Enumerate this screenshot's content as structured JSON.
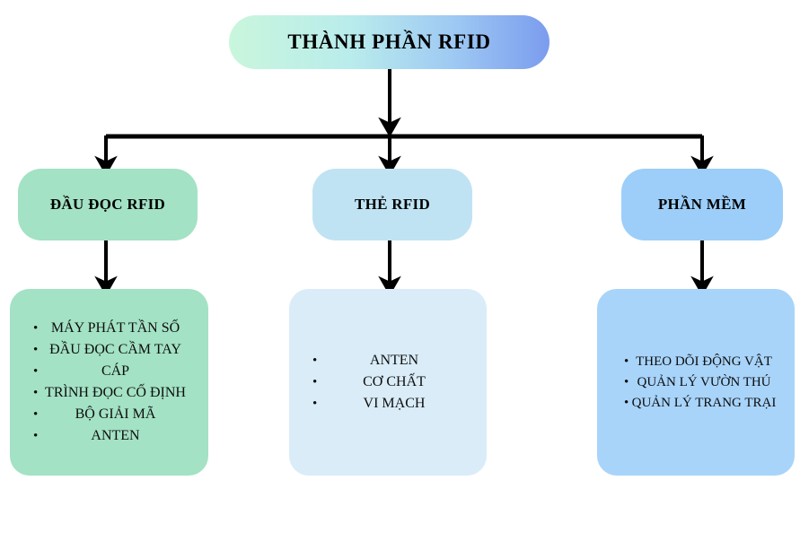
{
  "diagram": {
    "type": "hierarchy-tree",
    "title_node": {
      "label": "THÀNH PHẦN RFID",
      "gradient_from": "#c9f6dc",
      "gradient_to": "#7b9cee"
    },
    "branches": [
      {
        "name": "reader",
        "label": "ĐẦU ĐỌC RFID",
        "color": "#a3e2c4",
        "list_color": "#a3e2c4",
        "items": [
          "MÁY PHÁT TẦN SỐ",
          "ĐẦU ĐỌC CẦM TAY",
          "CÁP",
          "TRÌNH ĐỌC CỐ ĐỊNH",
          "BỘ GIẢI MÃ",
          "ANTEN"
        ]
      },
      {
        "name": "tag",
        "label": "THẺ RFID",
        "color": "#bfe3f3",
        "list_color": "#d9ecf8",
        "items": [
          "ANTEN",
          "CƠ CHẤT",
          "VI MẠCH"
        ]
      },
      {
        "name": "software",
        "label": "PHẦN MỀM",
        "color": "#9ccef9",
        "list_color": "#a8d4fa",
        "items": [
          "THEO DÕI ĐỘNG VẬT",
          "QUẢN LÝ VƯỜN THÚ",
          "QUẢN LÝ TRANG TRẠI"
        ]
      }
    ],
    "connector_color": "#000000"
  }
}
